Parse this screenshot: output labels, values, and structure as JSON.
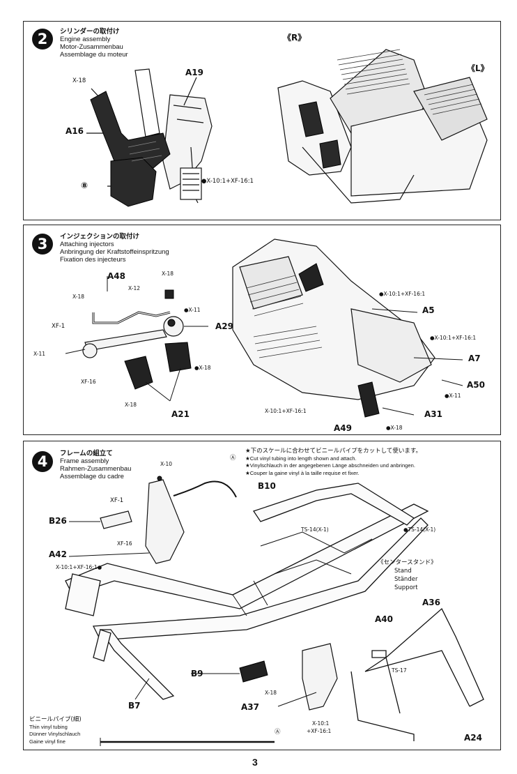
{
  "step2": {
    "number": "2",
    "title_jp": "シリンダーの取付け",
    "title_en": "Engine assembly",
    "title_de": "Motor-Zusammenbau",
    "title_fr": "Assemblage du moteur",
    "labels": {
      "x18": "X-18",
      "a19": "A19",
      "a16": "A16",
      "eight": "⑧",
      "paint": "X-10:1+XF-16:1",
      "r": "《R》",
      "l": "《L》"
    }
  },
  "step3": {
    "number": "3",
    "title_jp": "インジェクションの取付け",
    "title_en": "Attaching injectors",
    "title_de": "Anbringung der Kraftstoffeinspritzung",
    "title_fr": "Fixation des injecteurs",
    "labels": {
      "a48": "A48",
      "x18a": "X-18",
      "x12": "X-12",
      "x18b": "X-18",
      "x11a": "X-11",
      "a29": "A29",
      "xf1": "XF-1",
      "x11b": "X-11",
      "xf16": "XF-16",
      "x18c": "X-18",
      "x18d": "X-18",
      "a21": "A21",
      "paint1": "X-10:1+XF-16:1",
      "a5": "A5",
      "paint2": "X-10:1+XF-16:1",
      "a7": "A7",
      "a50": "A50",
      "x11c": "X-11",
      "paint3": "X-10:1+XF-16:1",
      "a31": "A31",
      "a49": "A49",
      "x18e": "X-18"
    }
  },
  "step4": {
    "number": "4",
    "title_jp": "フレームの組立て",
    "title_en": "Frame assembly",
    "title_de": "Rahmen-Zusammenbau",
    "title_fr": "Assemblage du cadre",
    "notes": [
      "★下のスケールに合わせてビニールパイプをカットして使います。",
      "★Cut vinyl tubing into length shown and attach.",
      "★Vinylschlauch in der angegebenen Länge abschneiden und anbringen.",
      "★Couper la gaine vinyl à la taille requise et fixer."
    ],
    "labels": {
      "x10": "X-10",
      "circle_a": "Ⓐ",
      "b10": "B10",
      "xf1": "XF-1",
      "b26": "B26",
      "ts14a": "TS-14(X-1)",
      "ts14b": "TS-14(X-1)",
      "xf16": "XF-16",
      "a42": "A42",
      "paint": "X-10:1+XF-16:1",
      "stand_jp": "《センタースタンド》",
      "stand_en": "Stand",
      "stand_de": "Ständer",
      "stand_fr": "Support",
      "a36": "A36",
      "a40": "A40",
      "ts17": "TS-17",
      "b9": "B9",
      "x18": "X-18",
      "b7": "B7",
      "a37": "A37",
      "x10b": "X-10:1",
      "xf16b": "+XF-16:1",
      "a24": "A24",
      "circle_a2": "Ⓐ"
    },
    "tubing": {
      "jp": "ビニールパイプ(細)",
      "en": "Thin vinyl tubing",
      "de": "Dünner Vinylschlauch",
      "fr": "Gaine vinyl fine"
    }
  },
  "page_number": "3"
}
